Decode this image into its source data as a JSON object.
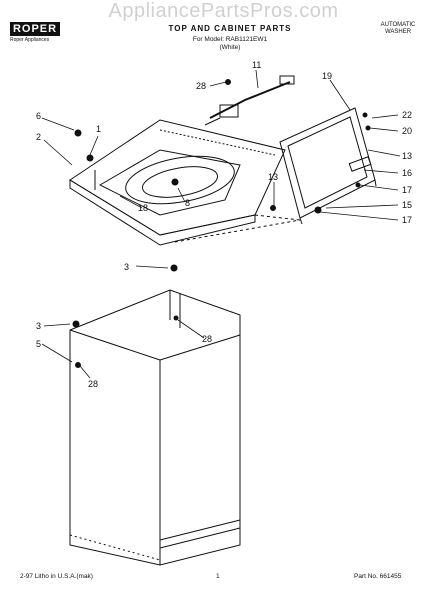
{
  "header": {
    "brand": "ROPER",
    "brand_tagline": "Roper Appliances",
    "title": "TOP AND CABINET PARTS",
    "model_line": "For Model: RAB1121EW1",
    "model_code": "(White)",
    "product_type_line1": "AUTOMATIC",
    "product_type_line2": "WASHER",
    "watermark": "AppliancePartsPros.com"
  },
  "callouts": {
    "c1": "1",
    "c2": "2",
    "c3a": "3",
    "c3b": "3",
    "c5": "5",
    "c6": "6",
    "c8": "8",
    "c11": "11",
    "c13a": "13",
    "c13b": "13",
    "c15": "15",
    "c16": "16",
    "c17a": "17",
    "c17b": "17",
    "c18": "18",
    "c19": "19",
    "c20": "20",
    "c22": "22",
    "c28a": "28",
    "c28b": "28",
    "c28c": "28"
  },
  "footer": {
    "litho": "2-97 Litho in U.S.A.(mak)",
    "page": "1",
    "part_no": "Part No. 661455"
  }
}
